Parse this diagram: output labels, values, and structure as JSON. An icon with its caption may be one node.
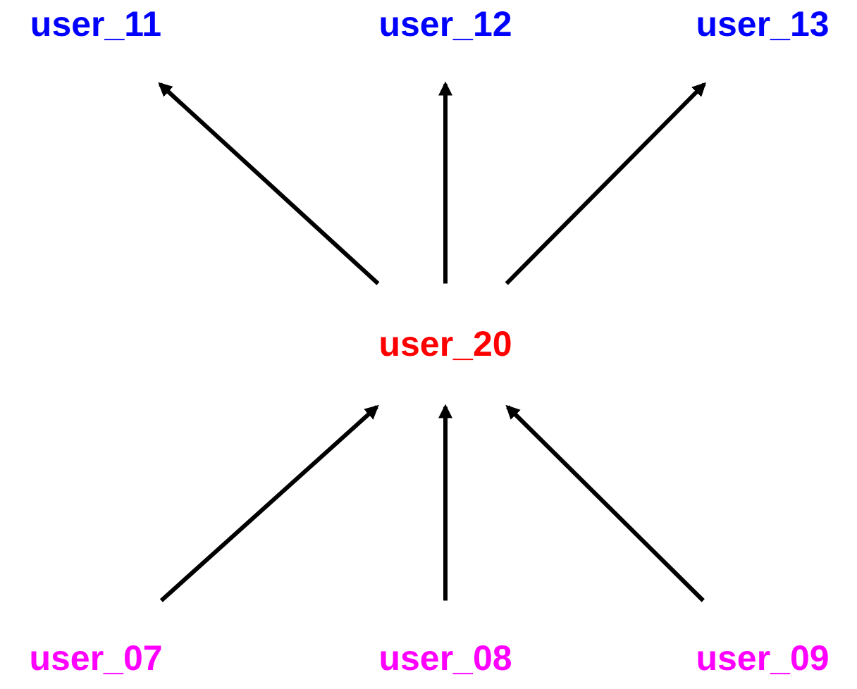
{
  "diagram": {
    "nodes": [
      {
        "text": [
          "user_11"
        ]
      },
      {
        "text": [
          "user_12"
        ]
      },
      {
        "text": [
          "user_13"
        ]
      },
      {
        "text": [
          "user_20"
        ]
      },
      {
        "text": [
          "user_07"
        ]
      },
      {
        "text": [
          "user_08"
        ]
      },
      {
        "text": [
          "user_09"
        ]
      }
    ],
    "edges": [
      {
        "from": 3,
        "to": 0,
        "arrow": "to"
      },
      {
        "from": 3,
        "to": 1,
        "arrow": "to"
      },
      {
        "from": 3,
        "to": 2,
        "arrow": "to"
      },
      {
        "from": 4,
        "to": 3,
        "arrow": "to"
      },
      {
        "from": 5,
        "to": 3,
        "arrow": "to"
      },
      {
        "from": 6,
        "to": 3,
        "arrow": "to"
      }
    ]
  }
}
